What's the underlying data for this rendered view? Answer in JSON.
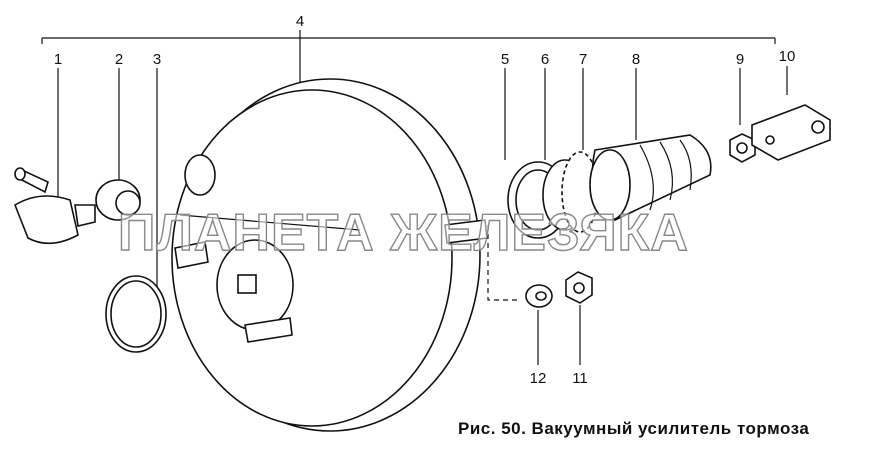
{
  "figure": {
    "caption": "Рис. 50. Вакуумный усилитель тормоза",
    "watermark": "ПЛАНЕТА ЖЕЛЕЗЯКА",
    "callouts": {
      "c1": "1",
      "c2": "2",
      "c3": "3",
      "c4": "4",
      "c5": "5",
      "c6": "6",
      "c7": "7",
      "c8": "8",
      "c9": "9",
      "c10": "10",
      "c11": "11",
      "c12": "12"
    }
  }
}
